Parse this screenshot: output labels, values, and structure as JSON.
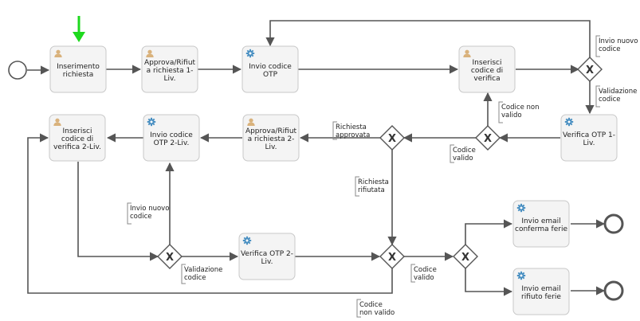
{
  "colors": {
    "user_icon": "#d9b27c",
    "service_icon": "#4a90c2",
    "arrow_marker": "#1ed91e",
    "flow_line": "#555555"
  },
  "tasks": {
    "t1": {
      "kind": "user",
      "icon": "user-icon",
      "lines": [
        "Inserimento",
        "richiesta"
      ]
    },
    "t2": {
      "kind": "user",
      "icon": "user-icon",
      "lines": [
        "Approva/Rifiut",
        "a richiesta 1-",
        "Liv."
      ]
    },
    "t3": {
      "kind": "service",
      "icon": "gear-icon",
      "lines": [
        "Invio codice",
        "OTP"
      ]
    },
    "t4": {
      "kind": "user",
      "icon": "user-icon",
      "lines": [
        "Inserisci",
        "codice di",
        "verifica"
      ]
    },
    "t5": {
      "kind": "service",
      "icon": "gear-icon",
      "lines": [
        "Verifica OTP 1-",
        "Liv."
      ]
    },
    "t6": {
      "kind": "user",
      "icon": "user-icon",
      "lines": [
        "Approva/Rifiut",
        "a richiesta 2-",
        "Liv."
      ]
    },
    "t7": {
      "kind": "service",
      "icon": "gear-icon",
      "lines": [
        "Invio codice",
        "OTP 2-Liv."
      ]
    },
    "t8": {
      "kind": "user",
      "icon": "user-icon",
      "lines": [
        "Inserisci",
        "codice di",
        "verifica 2-Liv."
      ]
    },
    "t9": {
      "kind": "service",
      "icon": "gear-icon",
      "lines": [
        "Verifica OTP 2-",
        "Liv."
      ]
    },
    "t10": {
      "kind": "service",
      "icon": "gear-icon",
      "lines": [
        "Invio email",
        "conferma ferie"
      ]
    },
    "t11": {
      "kind": "service",
      "icon": "gear-icon",
      "lines": [
        "Invio email",
        "rifiuto ferie"
      ]
    }
  },
  "gateways": {
    "g1": {
      "symbol": "X"
    },
    "g2": {
      "symbol": "X"
    },
    "g3": {
      "symbol": "X"
    },
    "g4": {
      "symbol": "X"
    },
    "g5": {
      "symbol": "X"
    },
    "g6": {
      "symbol": "X"
    }
  },
  "labels": {
    "l1": [
      "Invio nuovo",
      "codice"
    ],
    "l2": [
      "Validazione",
      "codice"
    ],
    "l3": [
      "Codice non",
      "valido"
    ],
    "l4": [
      "Codice",
      "valido"
    ],
    "l5": [
      "Richiesta",
      "approvata"
    ],
    "l6": [
      "Richiesta",
      "rifiutata"
    ],
    "l7": [
      "Invio nuovo",
      "codice"
    ],
    "l8": [
      "Validazione",
      "codice"
    ],
    "l9": [
      "Codice",
      "valido"
    ],
    "l10": [
      "Codice",
      "non valido"
    ]
  }
}
